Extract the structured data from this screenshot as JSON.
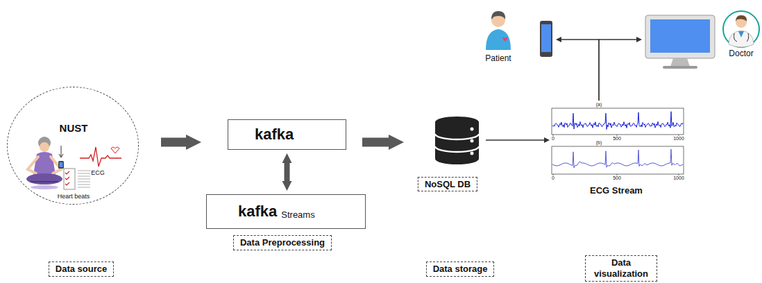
{
  "diagram": {
    "nodes": [
      {
        "text": [
          "NUST",
          "ECG",
          "Heart beats"
        ]
      },
      {
        "text": [
          "kafka"
        ]
      },
      {
        "text": [
          "kafka",
          "Streams"
        ]
      },
      {
        "text": [
          "Data Preprocessing"
        ]
      },
      {
        "text": [
          "NoSQL DB"
        ]
      },
      {
        "text": [
          "ECG Stream"
        ]
      },
      {
        "text": [
          "Patient"
        ]
      },
      {
        "text": [
          "Doctor"
        ]
      },
      {
        "text": [
          "Data source"
        ]
      },
      {
        "text": [
          "Data storage"
        ]
      },
      {
        "text": [
          "Data visualization"
        ]
      }
    ],
    "edges": [
      {
        "from": 0,
        "to": 1,
        "arrow": "to"
      },
      {
        "from": 1,
        "to": 2,
        "arrow": "both"
      },
      {
        "from": 1,
        "to": 4,
        "arrow": "to"
      },
      {
        "from": 4,
        "to": 5,
        "arrow": "to"
      },
      {
        "from": 5,
        "to": 6,
        "arrow": "to"
      },
      {
        "from": 5,
        "to": 7,
        "arrow": "to"
      }
    ],
    "labels": [
      "(a)",
      "0",
      "500",
      "1000",
      "(b)",
      "0",
      "500",
      "1000"
    ]
  }
}
